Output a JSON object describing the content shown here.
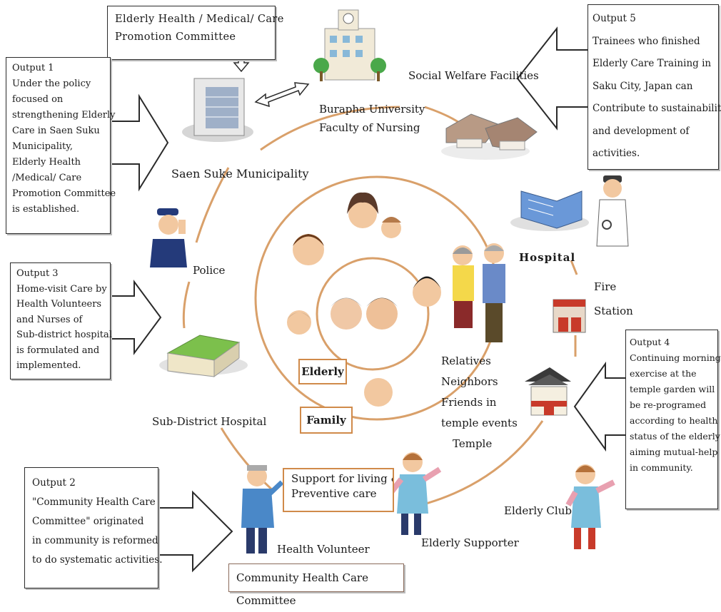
{
  "committee_top": [
    "Elderly Health / Medical/ Care",
    "Promotion Committee"
  ],
  "university": [
    "Burapha University",
    "Faculty of Nursing"
  ],
  "municipality": "Saen Suke Municipality",
  "social_welfare": "Social Welfare Facilities",
  "police": "Police",
  "hospital": "Hospital",
  "fire_station": [
    "Fire",
    "Station"
  ],
  "sub_district_hospital": "Sub-District Hospital",
  "elderly": "Elderly",
  "family": "Family",
  "community_ring": [
    "Relatives",
    "Neighbors",
    "Friends in",
    "temple events",
    "Temple"
  ],
  "support": [
    "Support for living &",
    "Preventive care"
  ],
  "health_volunteer": "Health Volunteer",
  "elderly_supporter": "Elderly Supporter",
  "elderly_club": "Elderly Club",
  "community_committee": "Community Health Care Committee",
  "outputs": {
    "output1": [
      "Output 1",
      "Under the policy",
      "focused    on",
      "strengthening Elderly",
      "Care in Saen Suku",
      "Municipality,",
      "Elderly Health",
      "/Medical/ Care",
      "Promotion Committee",
      "is established."
    ],
    "output2": [
      "Output 2",
      "\"Community Health Care",
      "Committee\" originated",
      "in community is reformed",
      "to do systematic activities."
    ],
    "output3": [
      "Output 3",
      "Home-visit Care by",
      "Health Volunteers",
      "and Nurses of",
      "Sub-district hospital",
      "is    formulated and",
      "implemented."
    ],
    "output4": [
      "Output 4",
      "Continuing morning",
      "exercise at the",
      "temple garden will",
      "be re-programed",
      "according to health",
      "status of the elderly",
      "aiming mutual-help",
      "in community."
    ],
    "output5": [
      "Output 5",
      "Trainees who finished",
      "Elderly Care Training in",
      "Saku City, Japan can",
      "Contribute to sustainability",
      "and development of",
      "activities."
    ]
  },
  "colors": {
    "ring": "#d9a06a",
    "box_border": "#2a2a2a",
    "accent_border": "#d08a4a"
  }
}
